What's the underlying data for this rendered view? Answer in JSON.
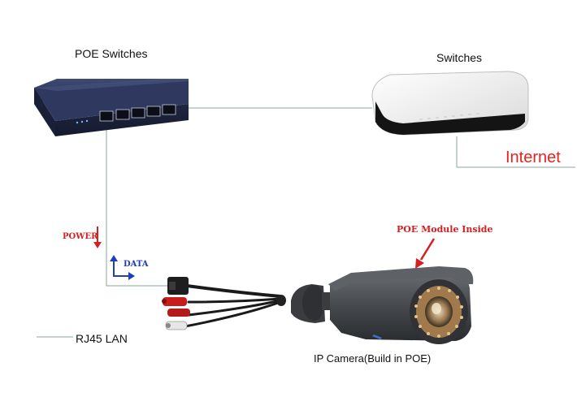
{
  "labels": {
    "poe_switches": "POE Switches",
    "switches": "Switches",
    "internet": "Internet",
    "power": "POWER",
    "data": "DATA",
    "poe_module": "POE Module Inside",
    "legend": "RJ45 LAN",
    "ip_camera": "IP Camera(Build in POE)"
  },
  "colors": {
    "cable_line": "#8aa7a2",
    "power_arrow": "#d42020",
    "data_arrow": "#1f3fb5",
    "internet_text": "#e8231f",
    "poe_switch_body": "#232a45",
    "switch_body": "#f2f2f2",
    "camera_body": "#4a4d50"
  }
}
